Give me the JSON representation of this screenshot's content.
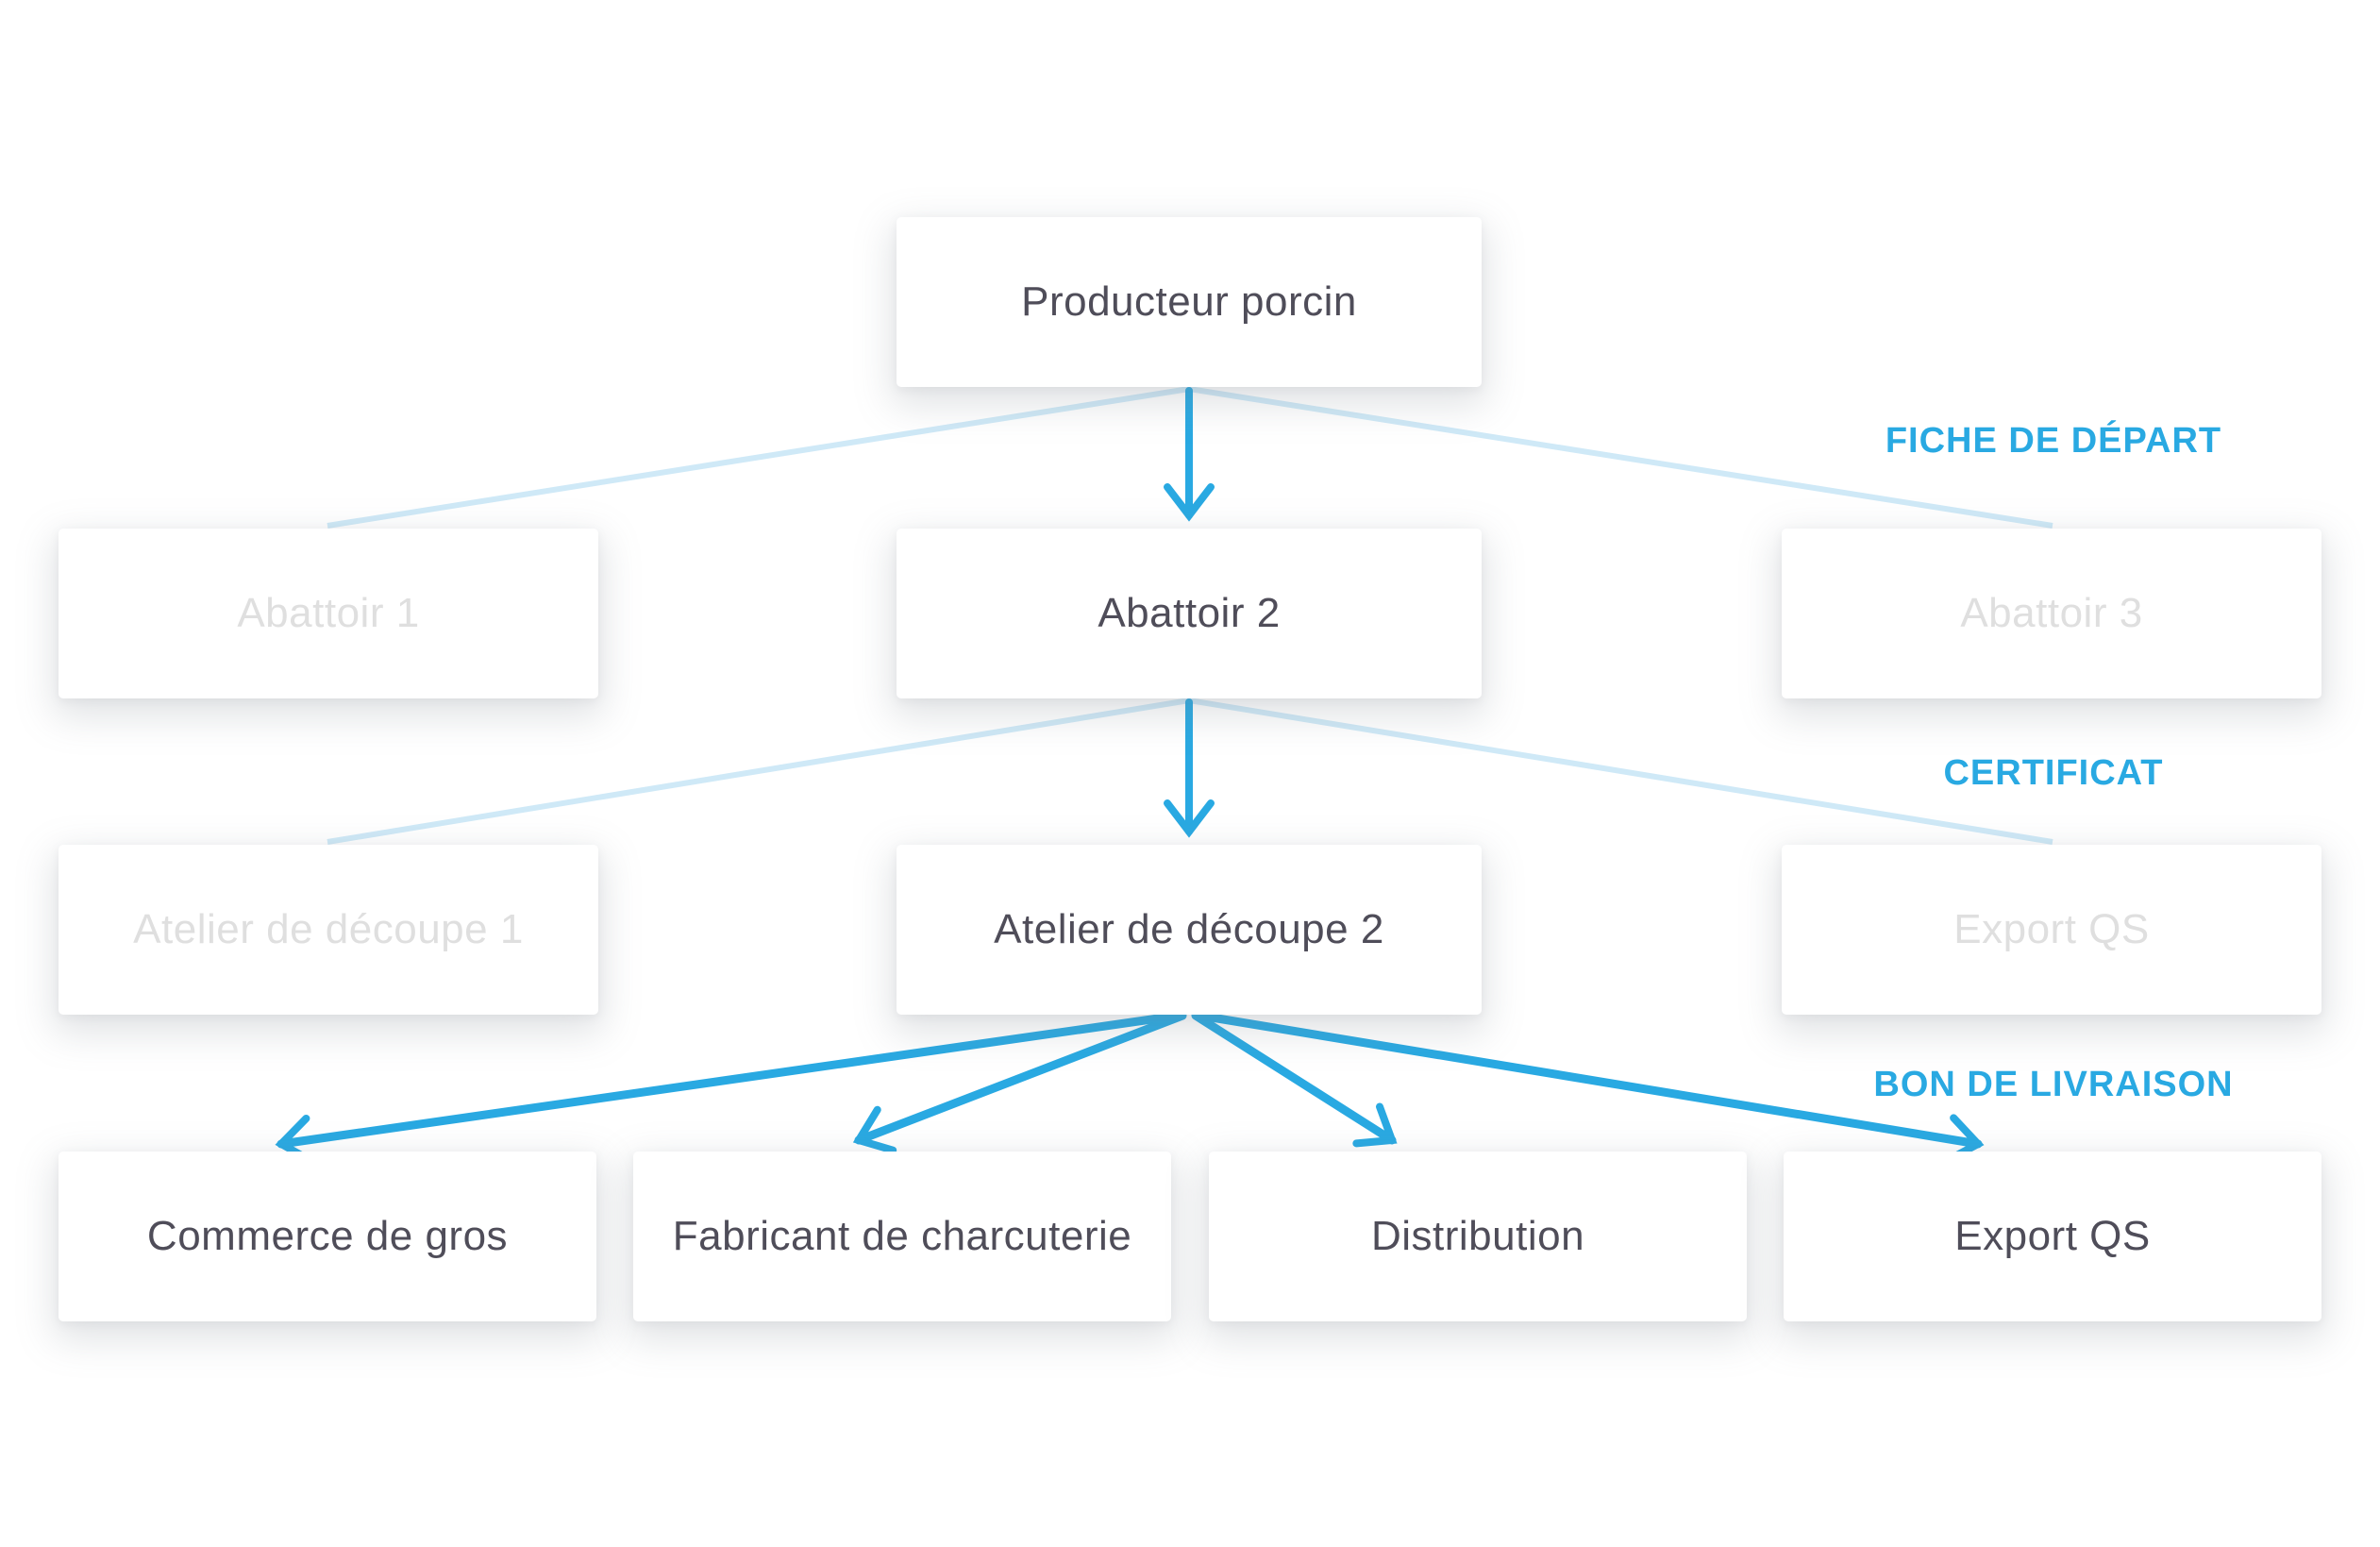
{
  "diagram": {
    "nodes": {
      "producteur": {
        "label": "Producteur porcin",
        "state": "active"
      },
      "abattoir1": {
        "label": "Abattoir 1",
        "state": "dimmed"
      },
      "abattoir2": {
        "label": "Abattoir 2",
        "state": "active"
      },
      "abattoir3": {
        "label": "Abattoir 3",
        "state": "dimmed"
      },
      "atelier1": {
        "label": "Atelier de découpe 1",
        "state": "dimmed"
      },
      "atelier2": {
        "label": "Atelier de découpe 2",
        "state": "active"
      },
      "export_mid": {
        "label": "Export QS",
        "state": "dimmed"
      },
      "commerce": {
        "label": "Commerce de gros",
        "state": "active"
      },
      "fabricant": {
        "label": "Fabricant de charcuterie",
        "state": "active"
      },
      "distribution": {
        "label": "Distribution",
        "state": "active"
      },
      "export_bas": {
        "label": "Export QS",
        "state": "active"
      }
    },
    "edge_labels": {
      "fiche_de_depart": "FICHE DE DÉPART",
      "certificat": "CERTIFICAT",
      "bon_de_livraison": "BON DE LIVRAISON"
    },
    "colors": {
      "accent_blue": "#29a9e2",
      "light_connector": "#cfe9f7",
      "active_text": "#4f4d59",
      "inactive_text": "#dfdfdf"
    }
  }
}
